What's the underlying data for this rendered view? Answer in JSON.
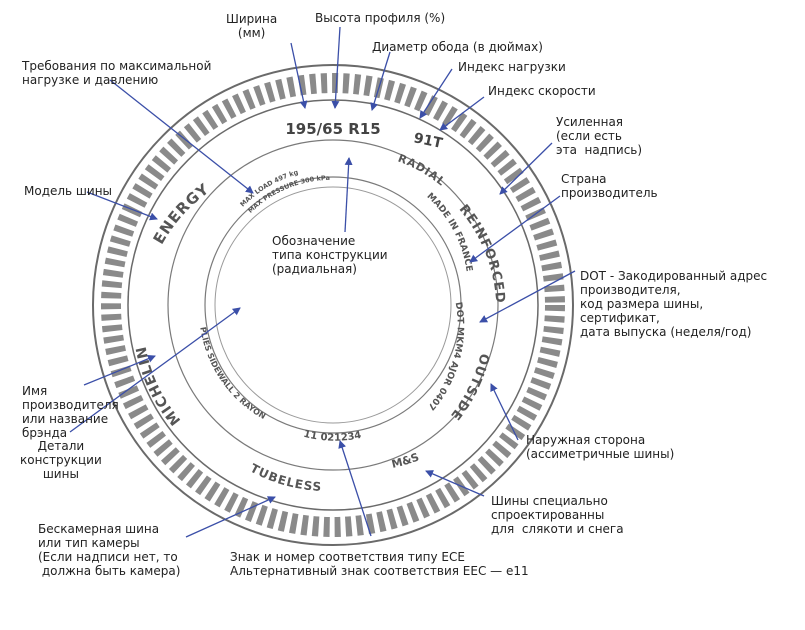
{
  "colors": {
    "ink": "#222222",
    "arrow": "#3b4fa8",
    "tire_outline": "#6a6a6a",
    "tread": "#8a8a8a"
  },
  "tire": {
    "size": "195/65 R15",
    "load_speed": "91T",
    "radial": "RADIAL",
    "reinforced": "REINFORCED",
    "made_in": "MADE IN FRANCE",
    "dot_code": "DOT MKM4 AJOR 0407",
    "outside": "OUTSIDE",
    "ece_code": "11 021234",
    "ms": "M&S",
    "tubeless": "TUBELESS",
    "plies": "PLIES SIDEWALL 2 RAYON",
    "brand": "MICHELIN",
    "model": "ENERGY",
    "max_load": "MAX LOAD 497 kg",
    "max_pressure": "MAX PRESSURE 300 kPa"
  },
  "labels": {
    "width": "Ширина\n(мм)",
    "profile_height": "Высота профиля (%)",
    "rim_diameter": "Диаметр обода (в дюймах)",
    "load_index": "Индекс нагрузки",
    "speed_index": "Индекс скорости",
    "max_load_pressure": "Требования по максимальной\nнагрузке и давлению",
    "reinforced": "Усиленная\n(если есть\nэта  надпись)",
    "country": "Страна\nпроизводитель",
    "model": "Модель шины",
    "construction_type": "Обозначение\nтипа конструкции\n(радиальная)",
    "dot": "DOT - Закодированный адрес\nпроизводителя,\nкод размера шины,\nсертификат,\nдата выпуска (неделя/год)",
    "manufacturer": "Имя\nпроизводителя\nили название\nбрэнда",
    "outside": "Наружная сторона\n(ассиметричные шины)",
    "construction_details": "Детали\nконструкции\nшины",
    "ms": "Шины специально\nспроектированны\nдля  слякоти и снега",
    "tubeless": "Бескамерная шина\nили тип камеры\n(Если надписи нет, то\n должна быть камера)",
    "ece": "Знак и номер соответствия типу ECE\nАльтернативный знак соответствия EEC — e11"
  }
}
